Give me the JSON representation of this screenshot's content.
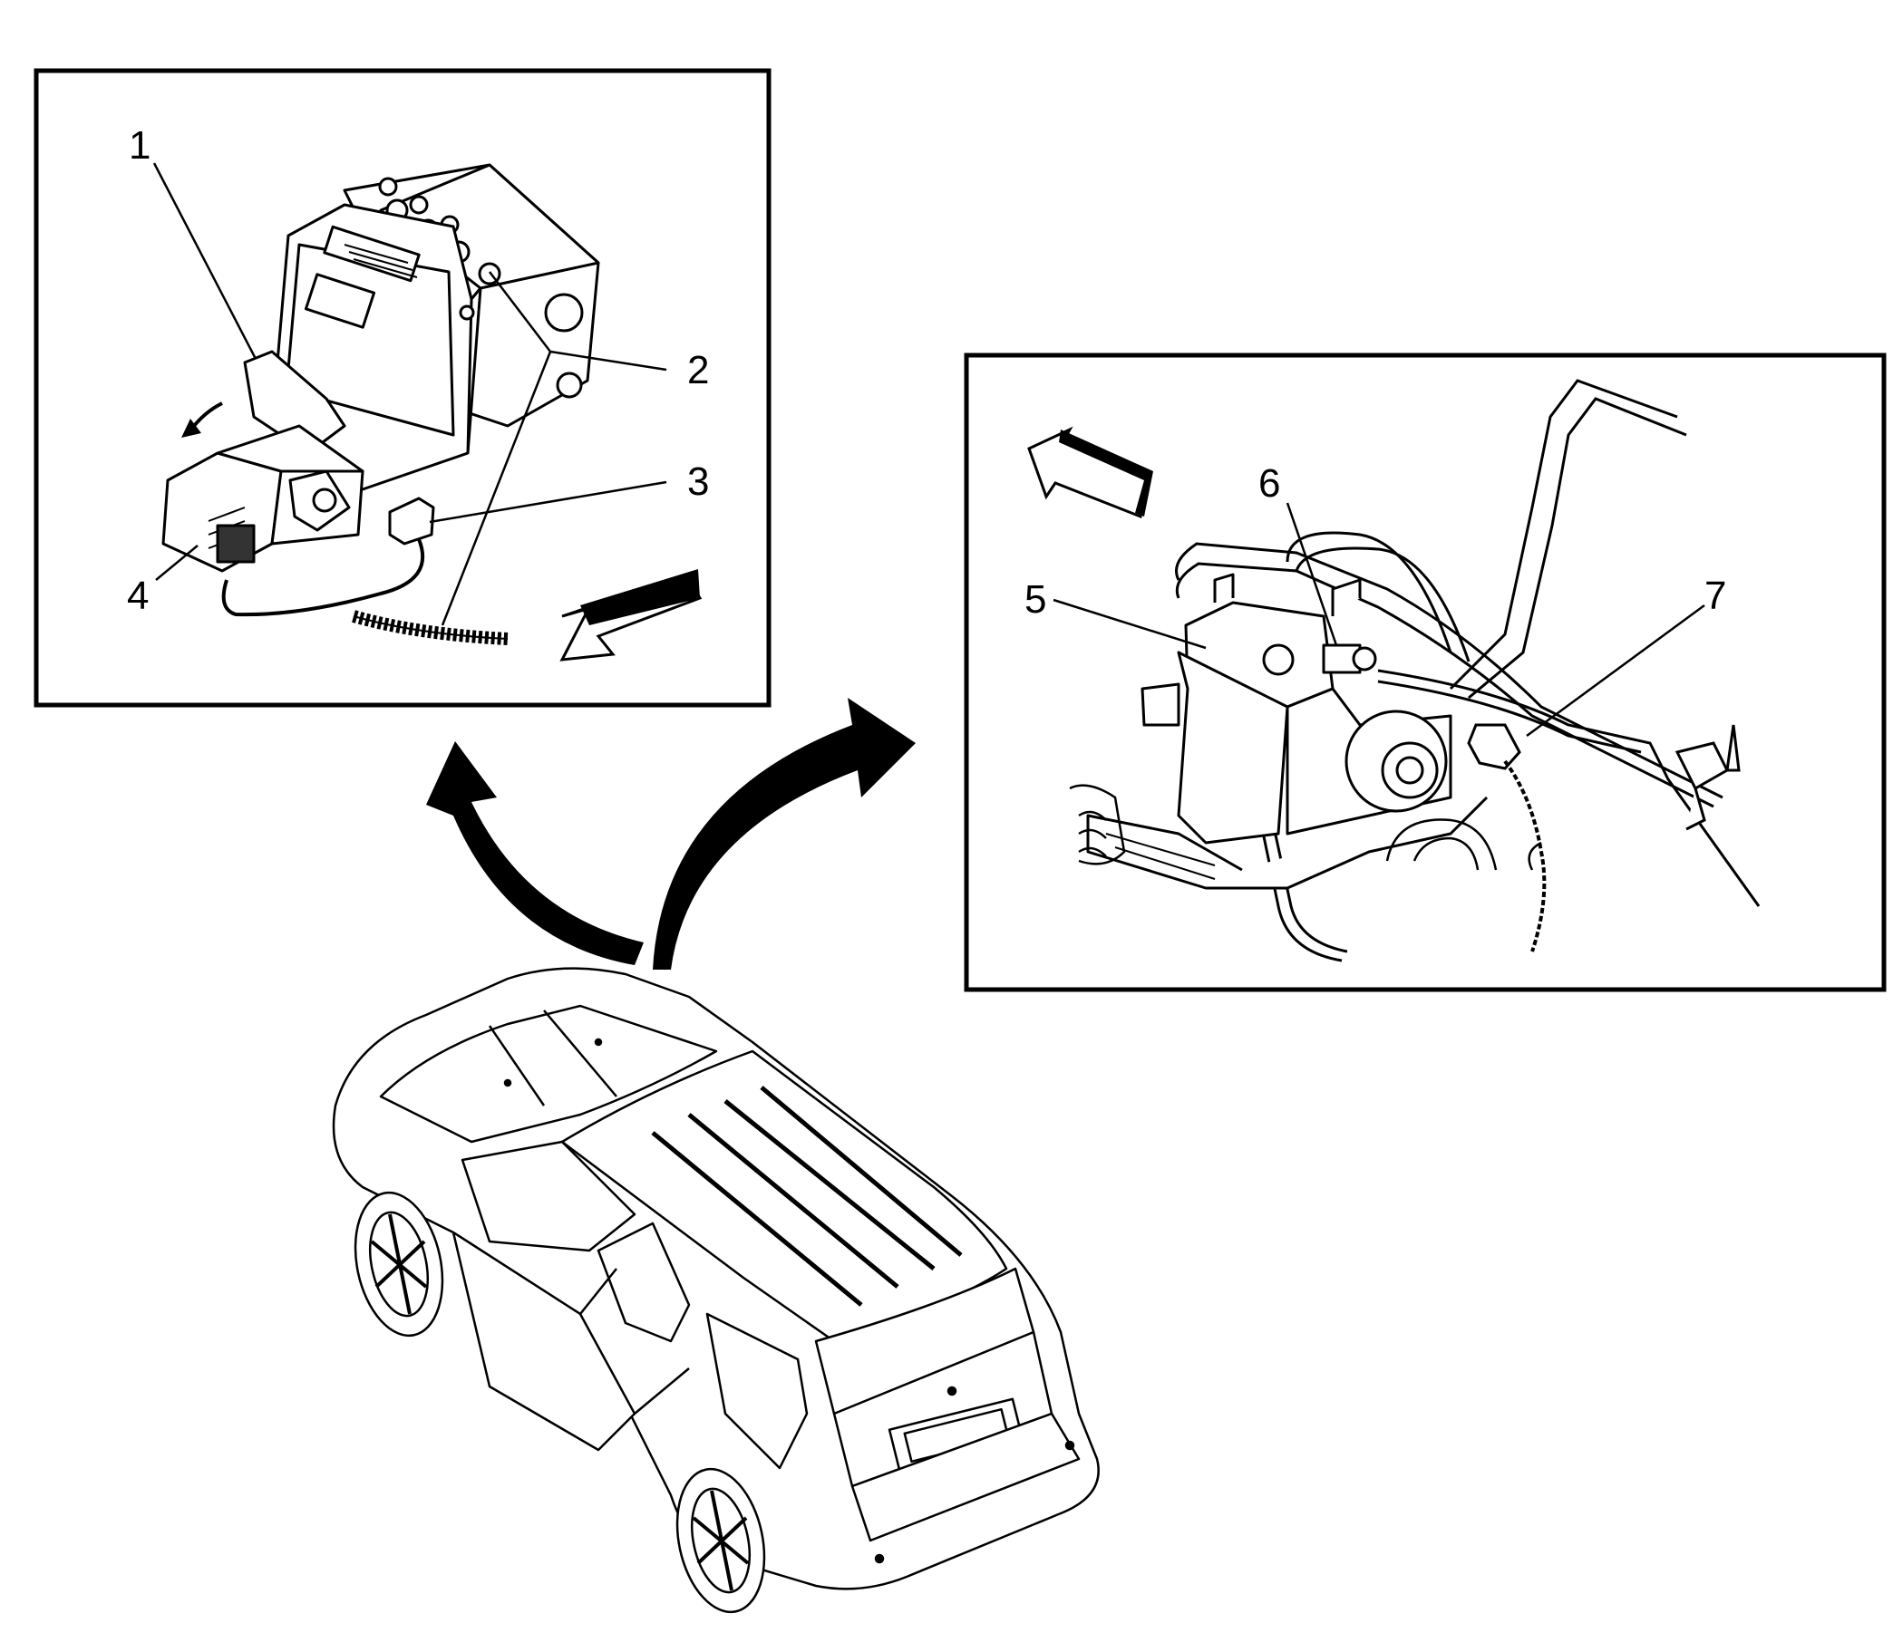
{
  "colors": {
    "ink": "#000000",
    "paper": "#ffffff"
  },
  "callouts": {
    "c1": "1",
    "c2": "2",
    "c3": "3",
    "c4": "4",
    "c5": "5",
    "c6": "6",
    "c7": "7"
  },
  "icons": {
    "left_panel_direction": "direction-arrow-icon",
    "right_panel_direction": "direction-arrow-icon",
    "to_left_panel": "curved-arrow-icon",
    "to_right_panel": "curved-arrow-icon"
  }
}
